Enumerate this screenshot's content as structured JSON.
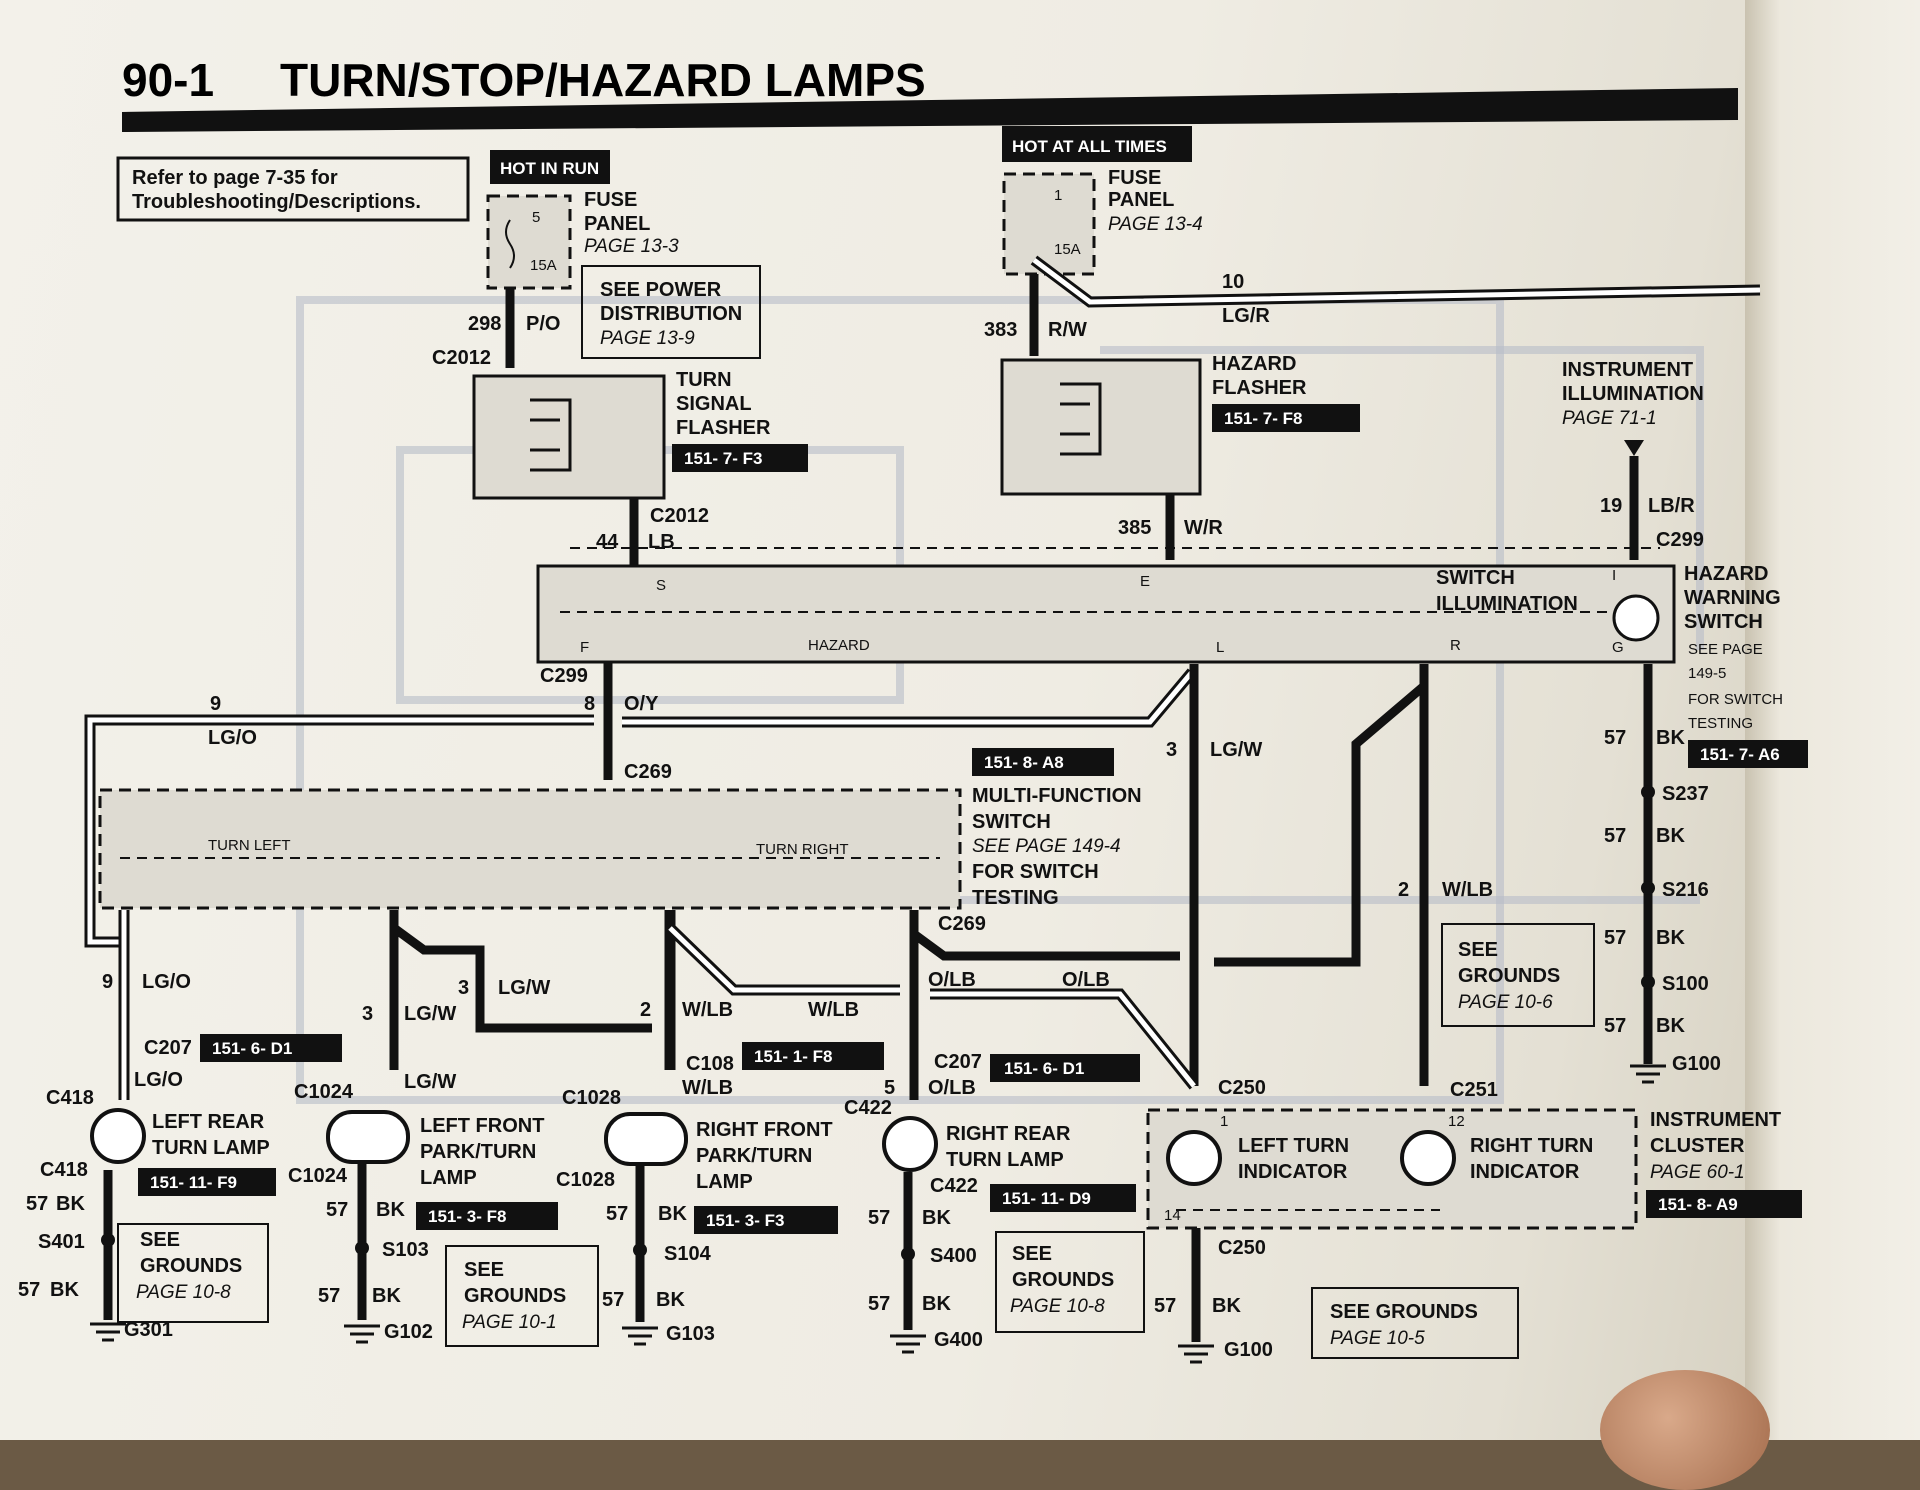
{
  "header": {
    "page_number": "90-1",
    "title": "TURN/STOP/HAZARD LAMPS"
  },
  "refer_note": {
    "line1": "Refer to page 7-35 for",
    "line2": "Troubleshooting/Descriptions."
  },
  "power": {
    "hot_in_run": "HOT IN RUN",
    "hot_at_all_times": "HOT AT ALL TIMES",
    "fuse_left": {
      "fuse_no": "5",
      "amps": "15A",
      "label1": "FUSE",
      "label2": "PANEL",
      "page": "PAGE 13-3"
    },
    "fuse_right": {
      "fuse_no": "1",
      "amps": "15A",
      "label1": "FUSE",
      "label2": "PANEL",
      "page": "PAGE 13-4"
    },
    "see_power": {
      "line1": "SEE POWER",
      "line2": "DISTRIBUTION",
      "line3": "PAGE 13-9"
    }
  },
  "wires": {
    "w298": {
      "num": "298",
      "color": "P/O"
    },
    "w383": {
      "num": "383",
      "color": "R/W"
    },
    "w10": {
      "num": "10",
      "color": "LG/R"
    },
    "w44": {
      "num": "44",
      "color": "LB"
    },
    "w385": {
      "num": "385",
      "color": "W/R"
    },
    "w19": {
      "num": "19",
      "color": "LB/R"
    },
    "w8": {
      "num": "8",
      "color": "O/Y"
    },
    "w9": {
      "num": "9",
      "color": "LG/O"
    },
    "w3": {
      "num": "3",
      "color": "LG/W"
    },
    "w2": {
      "num": "2",
      "color": "W/LB"
    },
    "w5": {
      "num": "5",
      "color": "O/LB"
    },
    "w57": {
      "num": "57",
      "color": "BK"
    }
  },
  "connectors": {
    "c2012": "C2012",
    "c299": "C299",
    "c269": "C269",
    "c207": "C207",
    "c418": "C418",
    "c1024": "C1024",
    "c108": "C108",
    "c1028": "C1028",
    "c422": "C422",
    "c250": "C250",
    "c251": "C251"
  },
  "splices": {
    "s237": "S237",
    "s216": "S216",
    "s100": "S100",
    "s401": "S401",
    "s103": "S103",
    "s104": "S104",
    "s400": "S400"
  },
  "grounds": {
    "g100": "G100",
    "g301": "G301",
    "g102": "G102",
    "g103": "G103",
    "g400": "G400"
  },
  "components": {
    "turn_flasher": {
      "l1": "TURN",
      "l2": "SIGNAL",
      "l3": "FLASHER",
      "ref": "151-  7-     F3"
    },
    "hazard_flasher": {
      "l1": "HAZARD",
      "l2": "FLASHER",
      "ref": "151-  7-     F8"
    },
    "instrument_illum": {
      "l1": "INSTRUMENT",
      "l2": "ILLUMINATION",
      "page": "PAGE 71-1"
    },
    "hazard_switch": {
      "l1": "HAZARD",
      "l2": "WARNING",
      "l3": "SWITCH",
      "l4": "SEE PAGE",
      "l5": "149-5",
      "l6": "FOR SWITCH",
      "l7": "TESTING",
      "ref": "151-  7-   A6",
      "inner_label": "HAZARD",
      "illum1": "SWITCH",
      "illum2": "ILLUMINATION",
      "pin_s": "S",
      "pin_e": "E",
      "pin_f": "F",
      "pin_l": "L",
      "pin_r": "R",
      "pin_i": "I",
      "pin_g": "G"
    },
    "multifunction": {
      "l1": "MULTI-FUNCTION",
      "l2": "SWITCH",
      "l3": "SEE PAGE 149-4",
      "l4": "FOR SWITCH",
      "l5": "TESTING",
      "ref": "151-  8-   A8",
      "turn_left": "TURN LEFT",
      "turn_right": "TURN RIGHT"
    },
    "left_rear": {
      "l1": "LEFT REAR",
      "l2": "TURN LAMP",
      "ref": "151-  11-   F9"
    },
    "left_front": {
      "l1": "LEFT FRONT",
      "l2": "PARK/TURN",
      "l3": "LAMP",
      "ref": "151-  3-     F8"
    },
    "right_front": {
      "l1": "RIGHT FRONT",
      "l2": "PARK/TURN",
      "l3": "LAMP",
      "ref": "151-  3-     F3"
    },
    "right_rear": {
      "l1": "RIGHT REAR",
      "l2": "TURN LAMP",
      "ref": "151-  11-   D9"
    },
    "cluster": {
      "l1": "INSTRUMENT",
      "l2": "CLUSTER",
      "page": "PAGE 60-1",
      "ref": "151-   8-    A9",
      "left_ind1": "LEFT TURN",
      "left_ind2": "INDICATOR",
      "right_ind1": "RIGHT TURN",
      "right_ind2": "INDICATOR",
      "pin1": "1",
      "pin12": "12",
      "pin14": "14"
    }
  },
  "refs": {
    "c207": "151-  6-     D1",
    "c108": "151-  1-     F8",
    "c207b": "151-  6-     D1"
  },
  "see_grounds": {
    "g10_6": {
      "l1": "SEE",
      "l2": "GROUNDS",
      "page": "PAGE 10-6"
    },
    "g10_8a": {
      "l1": "SEE",
      "l2": "GROUNDS",
      "page": "PAGE 10-8"
    },
    "g10_1": {
      "l1": "SEE",
      "l2": "GROUNDS",
      "page": "PAGE 10-1"
    },
    "g10_8b": {
      "l1": "SEE",
      "l2": "GROUNDS",
      "page": "PAGE 10-8"
    },
    "g10_5": {
      "l1": "SEE GROUNDS",
      "page": "PAGE 10-5"
    }
  }
}
